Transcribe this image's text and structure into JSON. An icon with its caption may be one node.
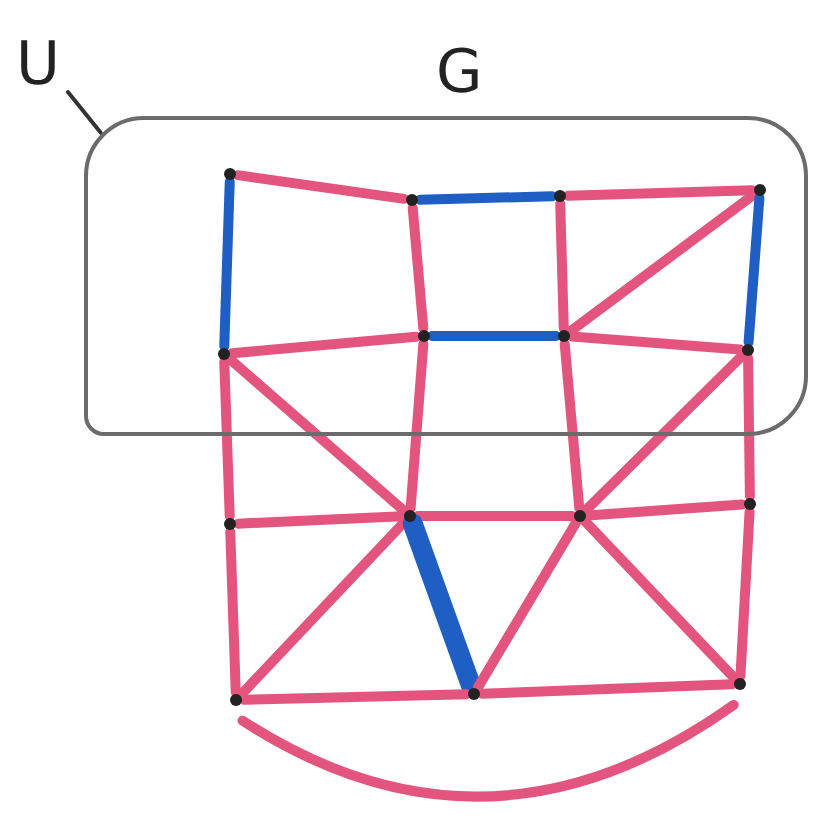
{
  "diagram": {
    "nodes": [
      {
        "text": [],
        "shape": "box"
      },
      {
        "text": [
          "U"
        ]
      },
      {
        "text": [],
        "shape": "circle",
        "in": 0
      },
      {
        "text": [],
        "shape": "circle",
        "in": 0
      },
      {
        "text": [],
        "shape": "circle",
        "in": 0
      },
      {
        "text": [],
        "shape": "circle",
        "in": 0
      },
      {
        "text": [],
        "shape": "circle",
        "in": 0
      },
      {
        "text": [],
        "shape": "circle",
        "in": 0
      },
      {
        "text": [],
        "shape": "circle",
        "in": 0
      },
      {
        "text": [],
        "shape": "circle",
        "in": 0
      },
      {
        "text": [],
        "shape": "circle"
      },
      {
        "text": [],
        "shape": "circle"
      },
      {
        "text": [],
        "shape": "circle"
      },
      {
        "text": [],
        "shape": "circle"
      },
      {
        "text": [],
        "shape": "circle"
      },
      {
        "text": [],
        "shape": "circle"
      },
      {
        "text": [],
        "shape": "circle"
      }
    ],
    "edges": [
      {
        "from": 1,
        "to": 0,
        "arrow": "none",
        "color": "#333333"
      },
      {
        "from": 2,
        "to": 3,
        "arrow": "none"
      },
      {
        "from": 3,
        "to": 4,
        "arrow": "none",
        "color": "#1f5fc4"
      },
      {
        "from": 4,
        "to": 5,
        "arrow": "none"
      },
      {
        "from": 2,
        "to": 6,
        "arrow": "none",
        "color": "#1f5fc4"
      },
      {
        "from": 3,
        "to": 7,
        "arrow": "none"
      },
      {
        "from": 4,
        "to": 8,
        "arrow": "none"
      },
      {
        "from": 5,
        "to": 8,
        "arrow": "none"
      },
      {
        "from": 5,
        "to": 9,
        "arrow": "none",
        "color": "#1f5fc4"
      },
      {
        "from": 6,
        "to": 7,
        "arrow": "none"
      },
      {
        "from": 7,
        "to": 8,
        "arrow": "none",
        "color": "#1f5fc4"
      },
      {
        "from": 8,
        "to": 9,
        "arrow": "none"
      },
      {
        "from": 6,
        "to": 10,
        "arrow": "none"
      },
      {
        "from": 6,
        "to": 11,
        "arrow": "none"
      },
      {
        "from": 7,
        "to": 11,
        "arrow": "none"
      },
      {
        "from": 8,
        "to": 12,
        "arrow": "none"
      },
      {
        "from": 9,
        "to": 12,
        "arrow": "none"
      },
      {
        "from": 9,
        "to": 13,
        "arrow": "none"
      },
      {
        "from": 10,
        "to": 11,
        "arrow": "none"
      },
      {
        "from": 11,
        "to": 12,
        "arrow": "none"
      },
      {
        "from": 12,
        "to": 13,
        "arrow": "none"
      },
      {
        "from": 10,
        "to": 14,
        "arrow": "none"
      },
      {
        "from": 11,
        "to": 14,
        "arrow": "none"
      },
      {
        "from": 11,
        "to": 15,
        "arrow": "none",
        "style": "thick",
        "color": "#1f5fc4"
      },
      {
        "from": 12,
        "to": 15,
        "arrow": "none"
      },
      {
        "from": 12,
        "to": 16,
        "arrow": "none"
      },
      {
        "from": 13,
        "to": 16,
        "arrow": "none"
      },
      {
        "from": 14,
        "to": 15,
        "arrow": "none"
      },
      {
        "from": 15,
        "to": 16,
        "arrow": "none"
      },
      {
        "from": 14,
        "to": 16,
        "arrow": "none"
      }
    ],
    "labels": [
      "G"
    ]
  }
}
